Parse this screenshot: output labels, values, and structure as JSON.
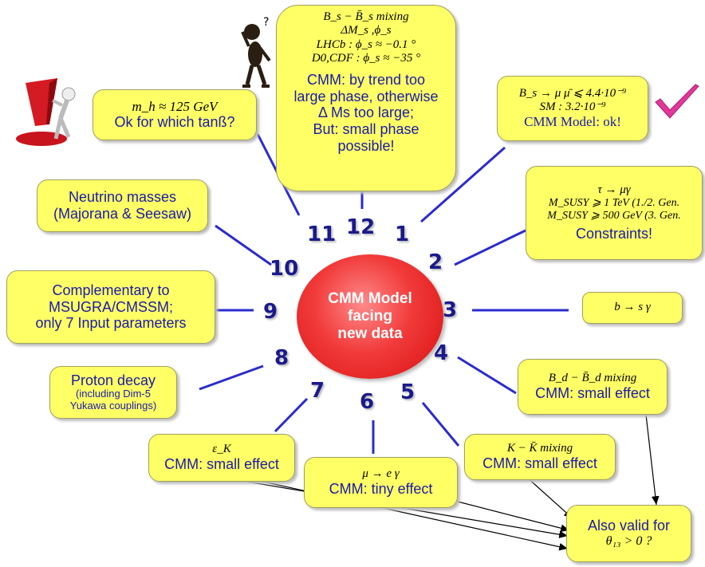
{
  "center": {
    "lines": [
      "CMM Model",
      "facing",
      "new data"
    ]
  },
  "numbers": [
    "1",
    "2",
    "3",
    "4",
    "5",
    "6",
    "7",
    "8",
    "9",
    "10",
    "11",
    "12"
  ],
  "boxes": {
    "bs_mixing": {
      "math": [
        "B_s − B̄_s mixing",
        "ΔM_s ,ϕ_s",
        "LHCb : ϕ_s ≈ −0.1 °",
        "D0,CDF : ϕ_s ≈ −35 °"
      ],
      "text": [
        "CMM: by trend too",
        "large phase, otherwise",
        "Δ Ms too large;",
        "But: small phase",
        "possible!"
      ]
    },
    "bs_mumu": {
      "math": [
        "B_s → μ μ̄ ⩽ 4.4·10⁻⁹",
        "SM : 3.2·10⁻⁹"
      ],
      "text": [
        "CMM Model: ok!"
      ]
    },
    "tau_mu": {
      "math": [
        "τ → μγ",
        "M_SUSY ⩾ 1 TeV (1./2. Gen.",
        "M_SUSY ⩾ 500 GeV (3. Gen."
      ],
      "text": [
        "Constraints!"
      ]
    },
    "b_s_gamma": {
      "math": [
        "b → s γ"
      ]
    },
    "bd_mixing": {
      "math": [
        "B_d − B̄_d mixing"
      ],
      "text": [
        "CMM: small effect"
      ]
    },
    "k_mixing": {
      "math": [
        "K − K̄ mixing"
      ],
      "text": [
        "CMM: small effect"
      ]
    },
    "mu_e": {
      "math": [
        "μ → e γ"
      ],
      "text": [
        "CMM: tiny effect"
      ]
    },
    "eps_k": {
      "math": [
        "ε_K"
      ],
      "text": [
        "CMM: small effect"
      ]
    },
    "also_valid": {
      "text": [
        "Also valid for"
      ],
      "math": [
        "θ₁₃ > 0 ?"
      ]
    },
    "proton": {
      "text": [
        "Proton decay"
      ],
      "small": [
        "(including Dim-5",
        "Yukawa couplings)"
      ]
    },
    "complementary": {
      "text": [
        "Complementary to",
        "MSUGRA/CMSSM;",
        "only 7 Input parameters"
      ]
    },
    "neutrino": {
      "text": [
        "Neutrino masses",
        "(Majorana & Seesaw)"
      ]
    },
    "higgs": {
      "math": [
        "m_h ≈ 125 GeV"
      ],
      "text": [
        "Ok for which tanß?"
      ]
    }
  },
  "colors": {
    "box_fill": "#ffff66",
    "box_text": "#1a1aa8",
    "center_red": "#e52222",
    "line_blue": "#2b2bd0",
    "check_pink": "#e0389a"
  },
  "icons": [
    "exclamation-figure-icon",
    "confused-figure-icon",
    "checkmark-icon"
  ]
}
